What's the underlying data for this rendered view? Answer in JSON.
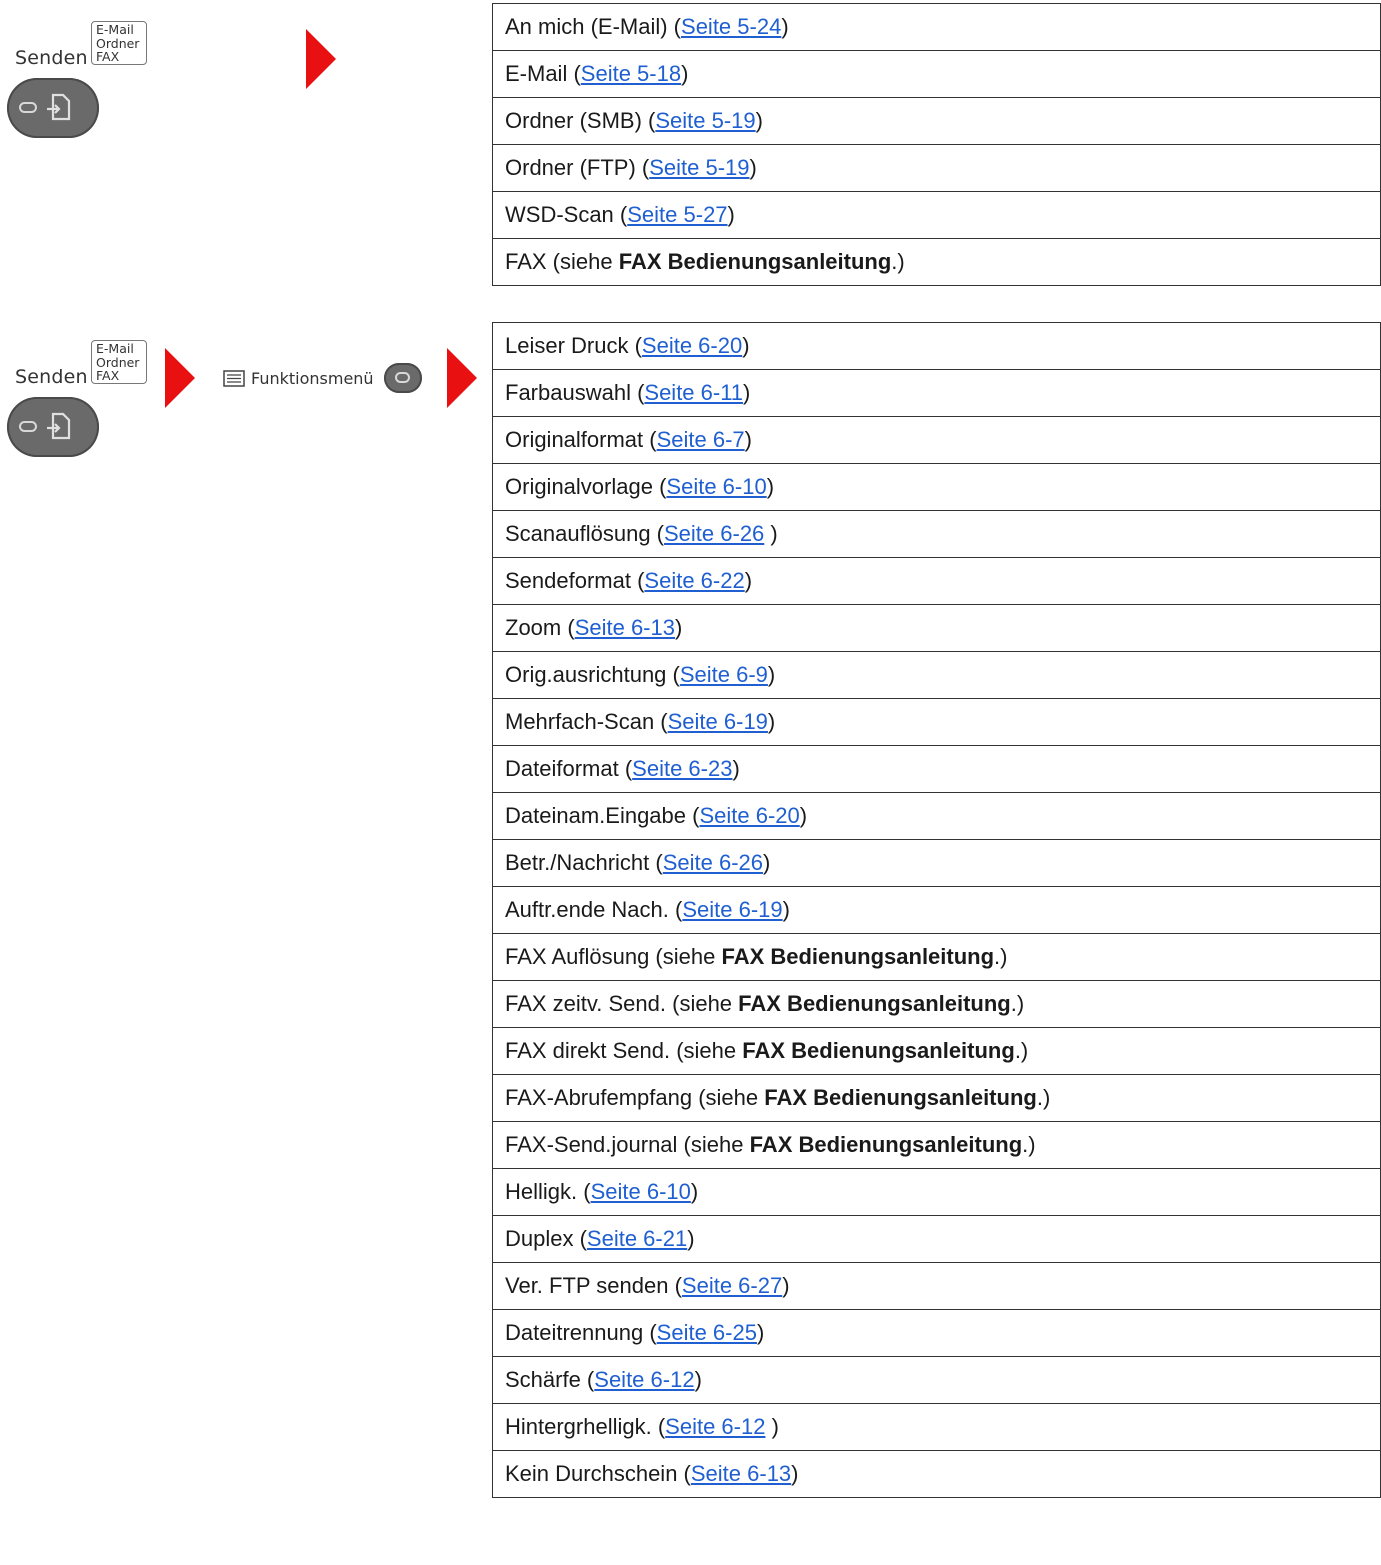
{
  "panel": {
    "senden_label": "Senden",
    "mode_lines": [
      "E-Mail",
      "Ordner",
      "FAX"
    ],
    "funktionsmenu_label": "Funktionsmenü"
  },
  "colors": {
    "arrow": "#e81010",
    "link": "#1f5fd1",
    "key": "#6a6a6a"
  },
  "table1": [
    {
      "text": "An mich (E-Mail) (",
      "link": "Seite 5-24",
      "suffix": ")"
    },
    {
      "text": "E-Mail (",
      "link": "Seite 5-18",
      "suffix": ")"
    },
    {
      "text": "Ordner (SMB) (",
      "link": "Seite 5-19",
      "suffix": ")"
    },
    {
      "text": "Ordner (FTP) (",
      "link": "Seite 5-19",
      "suffix": ")"
    },
    {
      "text": "WSD-Scan (",
      "link": "Seite 5-27",
      "suffix": ")"
    },
    {
      "text": "FAX (siehe ",
      "bold": "FAX Bedienungsanleitung",
      "suffix": ".)"
    }
  ],
  "table2": [
    {
      "text": "Leiser Druck (",
      "link": "Seite 6-20",
      "suffix": ")"
    },
    {
      "text": "Farbauswahl (",
      "link": "Seite 6-11",
      "suffix": ")"
    },
    {
      "text": "Originalformat (",
      "link": "Seite 6-7",
      "suffix": ")"
    },
    {
      "text": "Originalvorlage (",
      "link": "Seite 6-10",
      "suffix": ")"
    },
    {
      "text": "Scanauflösung (",
      "link": "Seite 6-26",
      "suffix": " )"
    },
    {
      "text": "Sendeformat (",
      "link": "Seite 6-22",
      "suffix": ")"
    },
    {
      "text": "Zoom (",
      "link": "Seite 6-13",
      "suffix": ")"
    },
    {
      "text": "Orig.ausrichtung (",
      "link": "Seite 6-9",
      "suffix": ")"
    },
    {
      "text": "Mehrfach-Scan (",
      "link": "Seite 6-19",
      "suffix": ")"
    },
    {
      "text": "Dateiformat (",
      "link": "Seite 6-23",
      "suffix": ")"
    },
    {
      "text": "Dateinam.Eingabe (",
      "link": "Seite 6-20",
      "suffix": ")"
    },
    {
      "text": "Betr./Nachricht (",
      "link": "Seite 6-26",
      "suffix": ")"
    },
    {
      "text": "Auftr.ende Nach. (",
      "link": "Seite 6-19",
      "suffix": ")"
    },
    {
      "text": "FAX Auflösung (siehe ",
      "bold": "FAX Bedienungsanleitung",
      "suffix": ".)"
    },
    {
      "text": "FAX zeitv. Send. (siehe ",
      "bold": "FAX Bedienungsanleitung",
      "suffix": ".)"
    },
    {
      "text": "FAX direkt Send. (siehe ",
      "bold": "FAX Bedienungsanleitung",
      "suffix": ".)"
    },
    {
      "text": "FAX-Abrufempfang (siehe ",
      "bold": "FAX Bedienungsanleitung",
      "suffix": ".)"
    },
    {
      "text": "FAX-Send.journal (siehe ",
      "bold": "FAX Bedienungsanleitung",
      "suffix": ".)"
    },
    {
      "text": "Helligk. (",
      "link": "Seite 6-10",
      "suffix": ")"
    },
    {
      "text": "Duplex (",
      "link": "Seite 6-21",
      "suffix": ")"
    },
    {
      "text": "Ver. FTP senden (",
      "link": "Seite 6-27",
      "suffix": ")"
    },
    {
      "text": "Dateitrennung (",
      "link": "Seite 6-25",
      "suffix": ")"
    },
    {
      "text": "Schärfe (",
      "link": "Seite 6-12",
      "suffix": ")"
    },
    {
      "text": "Hintergrhelligk. (",
      "link": "Seite 6-12",
      "suffix": " )"
    },
    {
      "text": "Kein Durchschein (",
      "link": "Seite 6-13",
      "suffix": ")"
    }
  ]
}
